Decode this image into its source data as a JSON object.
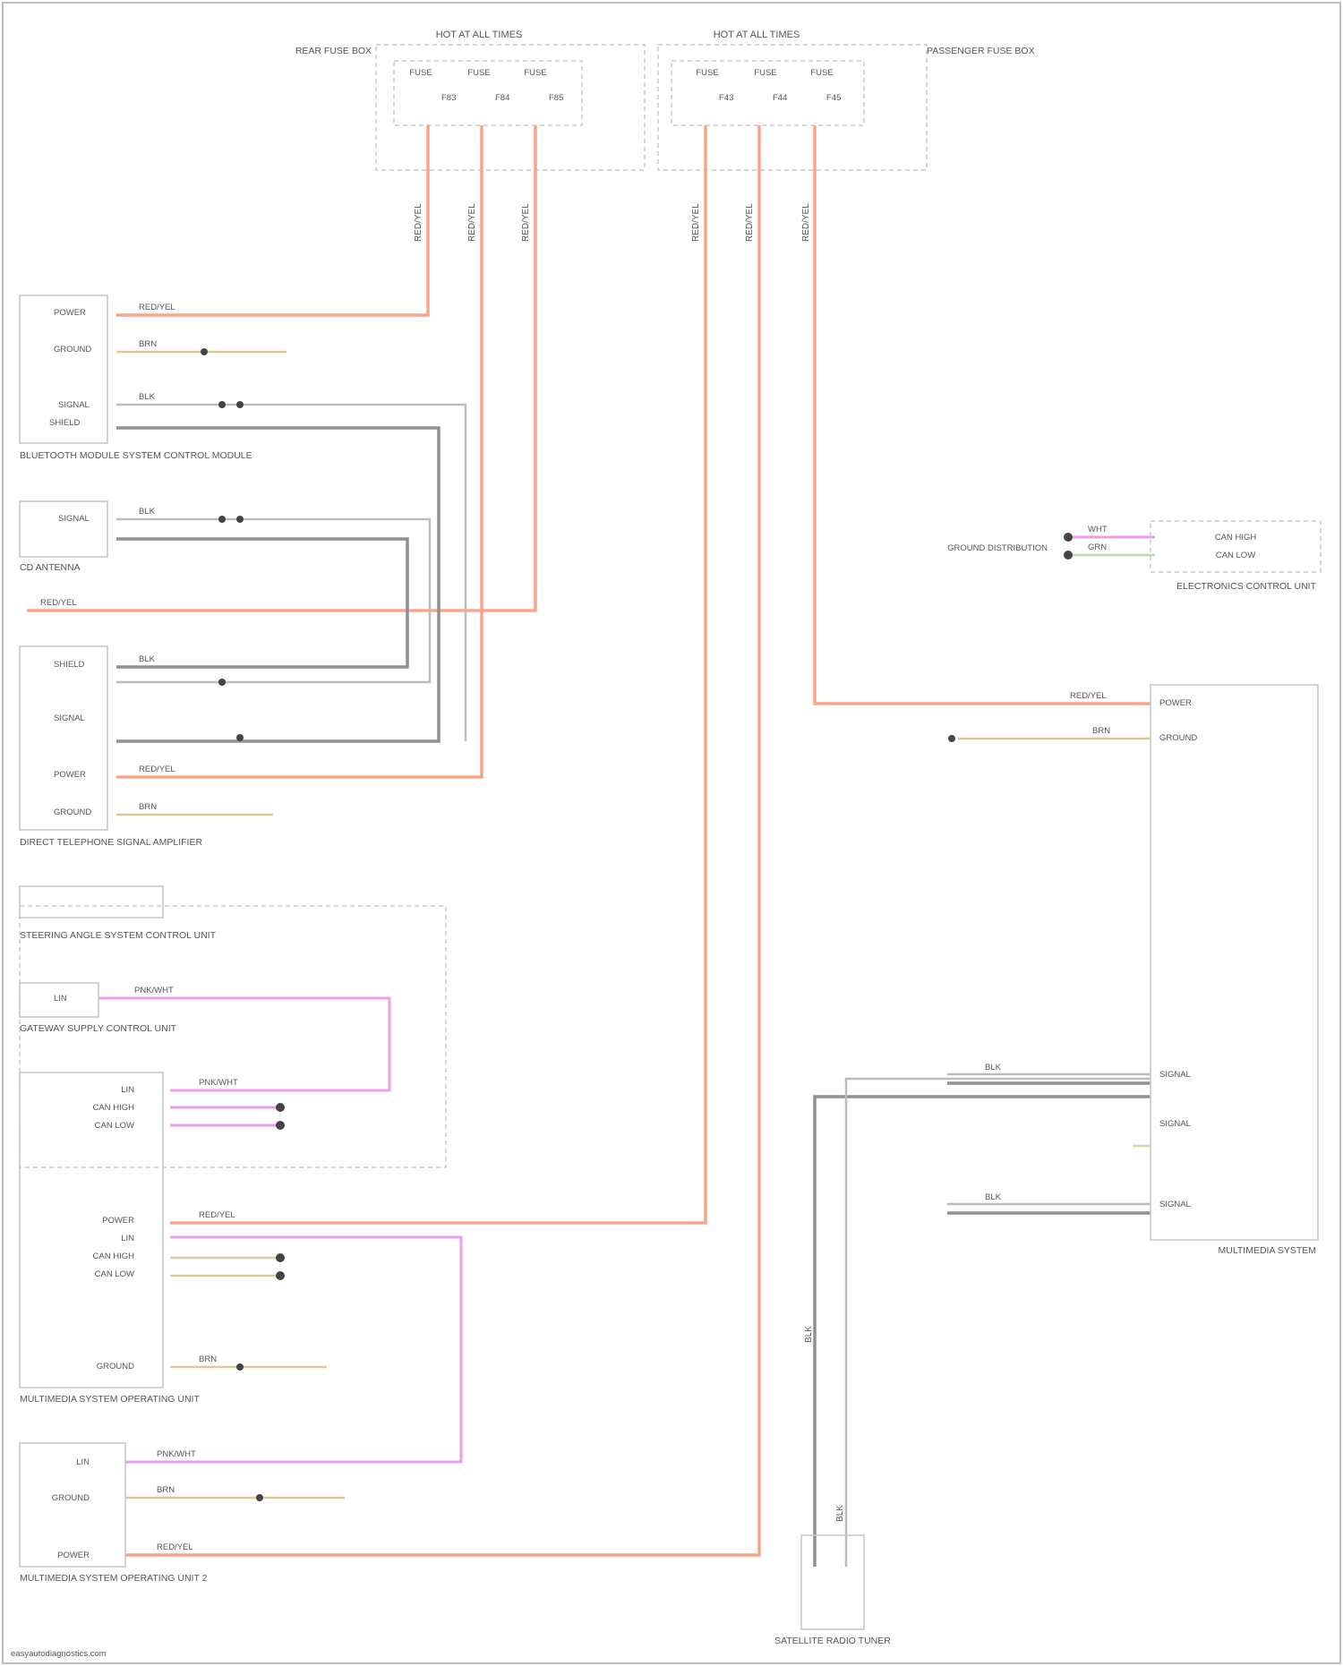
{
  "labels": {
    "fuse_left_title": "HOT AT ALL TIMES",
    "fuse_right_title": "HOT AT ALL TIMES",
    "fuse_left_side": "REAR FUSE BOX",
    "fuse_right_side": "PASSENGER FUSE BOX",
    "fuse_slot": "FUSE",
    "fuse_a": "F83",
    "fuse_b": "F84",
    "fuse_c": "F85",
    "fuse_d": "F43",
    "fuse_e": "F44",
    "fuse_f": "F45",
    "module_bluetooth": "BLUETOOTH MODULE SYSTEM CONTROL MODULE",
    "module_antenna": "CD ANTENNA",
    "module_telephone": "DIRECT TELEPHONE SIGNAL AMPLIFIER",
    "module_sweep": "STEERING ANGLE SYSTEM CONTROL UNIT",
    "module_gateway": "GATEWAY SUPPLY CONTROL UNIT",
    "module_ctrl1": "MULTIMEDIA SYSTEM OPERATING UNIT",
    "module_ctrl2": "MULTIMEDIA SYSTEM OPERATING UNIT 2",
    "module_electronics": "ELECTRONICS CONTROL UNIT",
    "module_multimedia": "MULTIMEDIA SYSTEM",
    "module_tuner": "SATELLITE RADIO TUNER",
    "ground_label": "GROUND DISTRIBUTION",
    "pin_power": "POWER",
    "pin_ground": "GROUND",
    "pin_signal": "SIGNAL",
    "pin_can_high": "CAN HIGH",
    "pin_can_low": "CAN LOW",
    "pin_shield": "SHIELD",
    "pin_lin": "LIN",
    "wire_red": "RED/YEL",
    "wire_brn": "BRN",
    "wire_blk": "BLK",
    "wire_pnk": "PNK/WHT",
    "wire_grn": "GRN",
    "wire_wht": "WHT",
    "footer": "easyautodiagnostics.com"
  },
  "colors": {
    "power_wire": "#f6a58a",
    "coax_wire": "#909090",
    "lin_wire": "#ec9cec",
    "ground_wire": "#d9c99a",
    "can_wire": "#b6dea4"
  }
}
